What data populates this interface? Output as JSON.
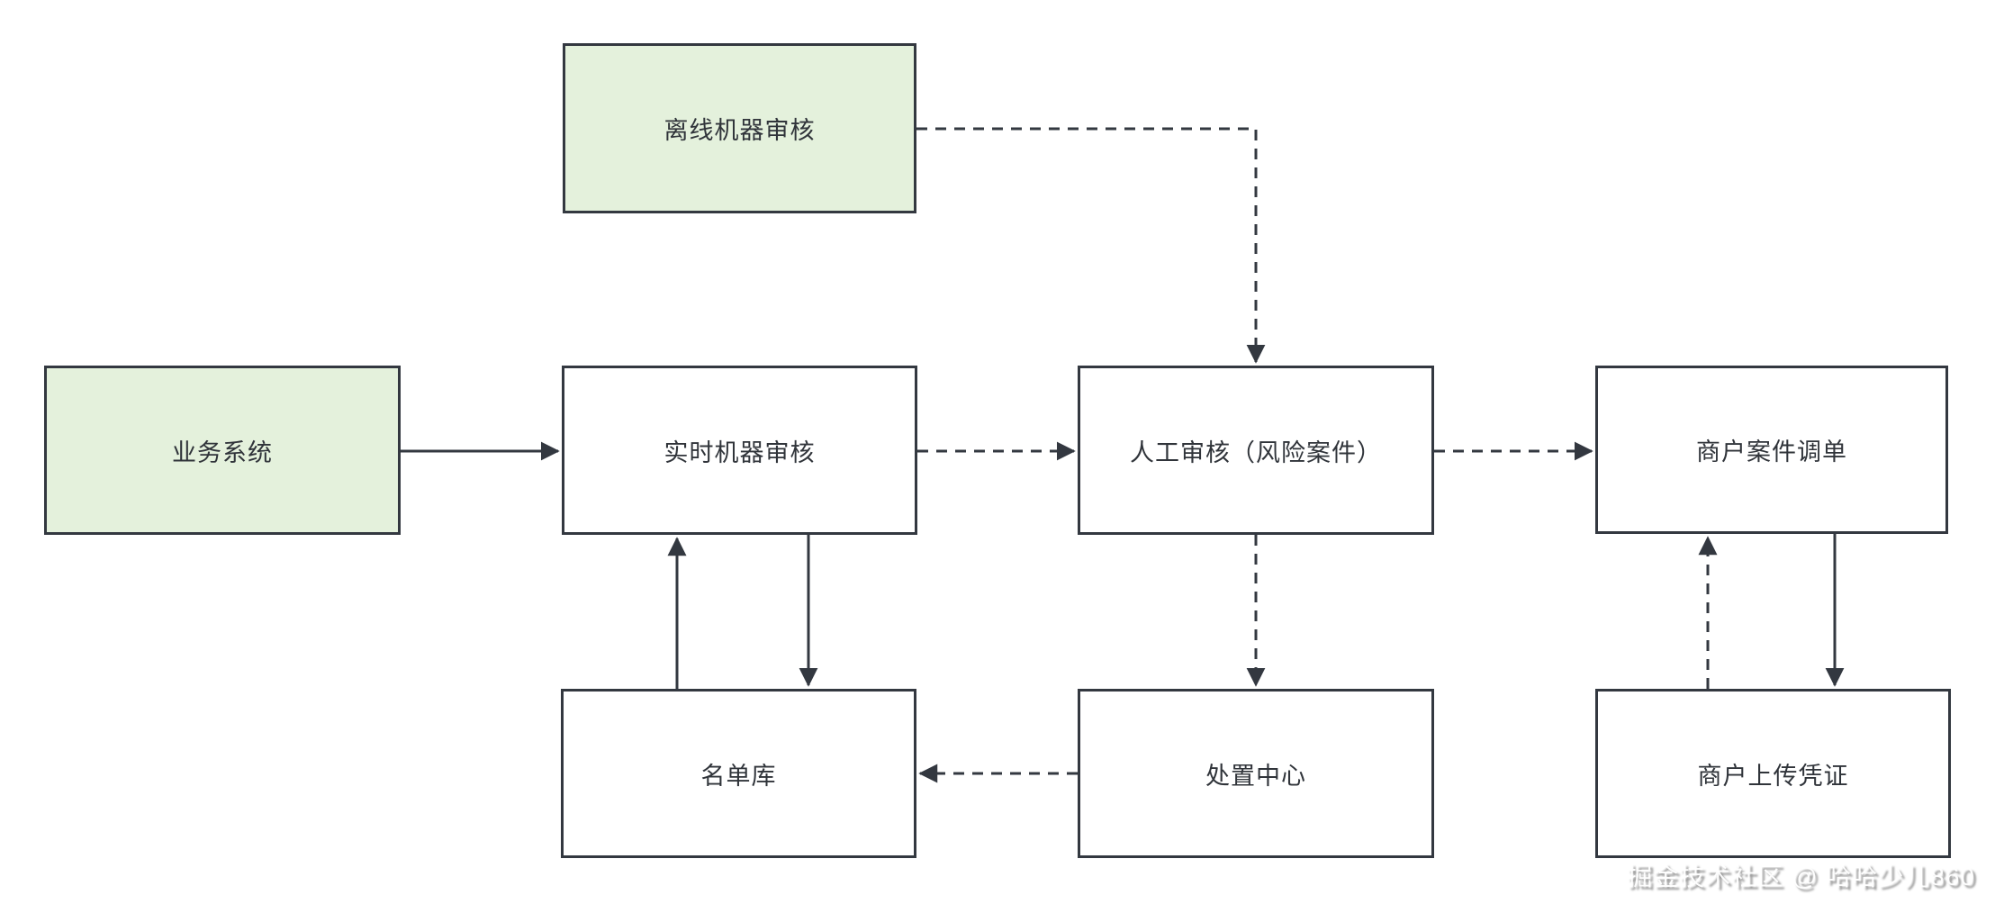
{
  "diagram": {
    "title_hint": "risk-review-flowchart",
    "colors": {
      "node_fill_green": "#e4f1dc",
      "node_fill_white": "#ffffff",
      "border": "#333840",
      "line": "#333840",
      "text": "#30343a"
    },
    "nodes": [
      {
        "id": "offline-review",
        "label": "离线机器审核",
        "fill": "green"
      },
      {
        "id": "business-system",
        "label": "业务系统",
        "fill": "green"
      },
      {
        "id": "realtime-review",
        "label": "实时机器审核",
        "fill": "white"
      },
      {
        "id": "manual-review",
        "label": "人工审核（风险案件）",
        "fill": "white"
      },
      {
        "id": "merchant-case",
        "label": "商户案件调单",
        "fill": "white"
      },
      {
        "id": "list-library",
        "label": "名单库",
        "fill": "white"
      },
      {
        "id": "disposal-center",
        "label": "处置中心",
        "fill": "white"
      },
      {
        "id": "merchant-voucher",
        "label": "商户上传凭证",
        "fill": "white"
      }
    ],
    "edges": [
      {
        "from": "business-system",
        "to": "realtime-review",
        "style": "solid"
      },
      {
        "from": "realtime-review",
        "to": "manual-review",
        "style": "dashed"
      },
      {
        "from": "manual-review",
        "to": "merchant-case",
        "style": "dashed"
      },
      {
        "from": "offline-review",
        "to": "manual-review",
        "style": "dashed"
      },
      {
        "from": "list-library",
        "to": "realtime-review",
        "style": "solid"
      },
      {
        "from": "realtime-review",
        "to": "list-library",
        "style": "solid"
      },
      {
        "from": "manual-review",
        "to": "disposal-center",
        "style": "dashed"
      },
      {
        "from": "disposal-center",
        "to": "list-library",
        "style": "dashed"
      },
      {
        "from": "merchant-voucher",
        "to": "merchant-case",
        "style": "dashed"
      },
      {
        "from": "merchant-case",
        "to": "merchant-voucher",
        "style": "solid"
      }
    ]
  },
  "watermark": {
    "text": "掘金技术社区 @ 哈哈少儿860"
  }
}
